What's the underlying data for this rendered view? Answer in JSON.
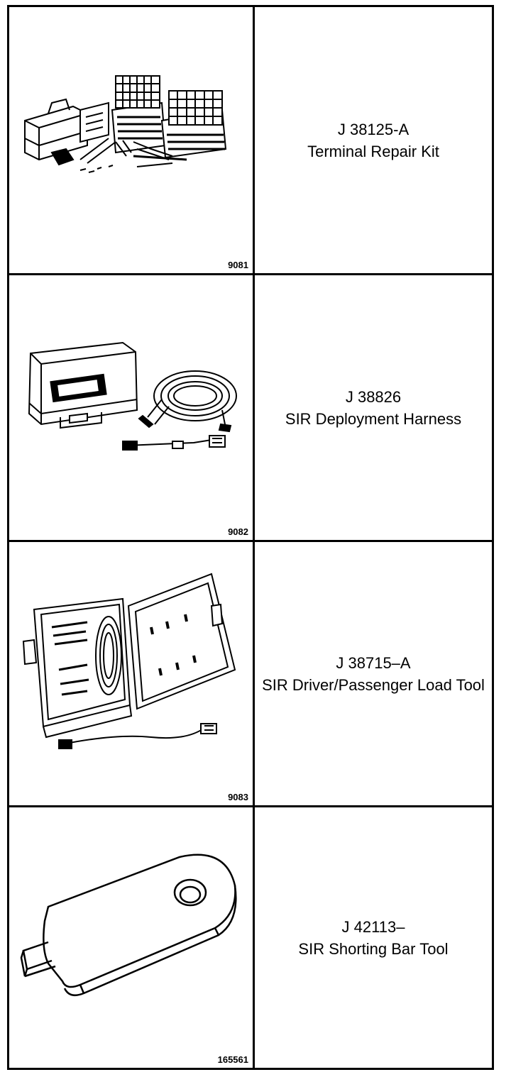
{
  "rows": [
    {
      "figure": "9081",
      "tool_number": "J 38125-A",
      "description": "Terminal Repair Kit"
    },
    {
      "figure": "9082",
      "tool_number": "J 38826",
      "description": "SIR Deployment Harness"
    },
    {
      "figure": "9083",
      "tool_number": "J 38715–A",
      "description": "SIR Driver/Passenger Load Tool"
    },
    {
      "figure": "165561",
      "tool_number": "J 42113–",
      "description": "SIR Shorting Bar Tool"
    }
  ]
}
